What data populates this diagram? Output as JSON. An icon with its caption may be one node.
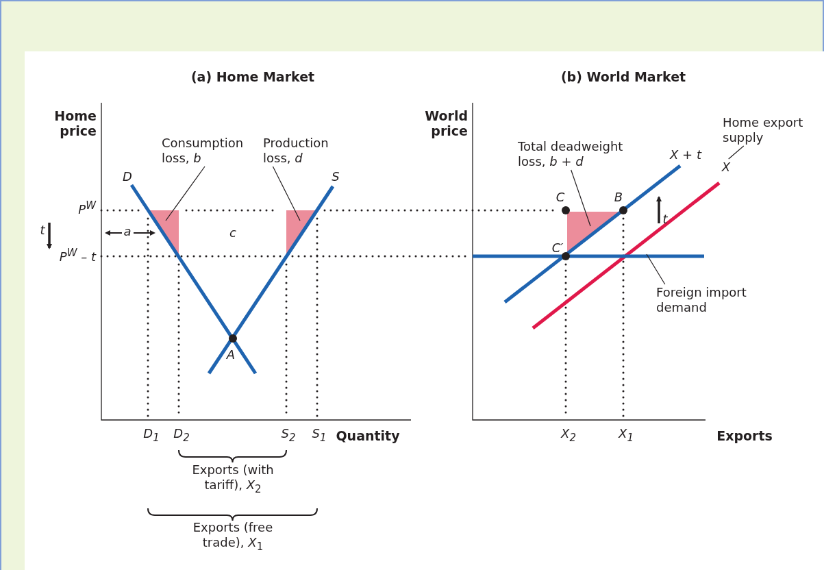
{
  "diagram": {
    "nodes": [
      {
        "text": [
          "Consumption loss, *b*"
        ]
      },
      {
        "text": [],
        "shape": "triangle"
      },
      {
        "text": [
          "Production loss, *d*"
        ]
      },
      {
        "text": [],
        "shape": "triangle"
      },
      {
        "text": [
          "Total deadweight loss, *b* + *d*"
        ]
      },
      {
        "text": [],
        "shape": "triangle"
      },
      {
        "text": [
          "Home export supply"
        ]
      },
      {
        "text": [
          "X"
        ]
      },
      {
        "text": [
          "Foreign import demand"
        ]
      },
      {
        "text": [],
        "shape": "line"
      }
    ],
    "edges": [
      {
        "from": 0,
        "to": 1,
        "arrow": "none"
      },
      {
        "from": 2,
        "to": 3,
        "arrow": "none"
      },
      {
        "from": 4,
        "to": 5,
        "arrow": "none"
      },
      {
        "from": 6,
        "to": 7,
        "arrow": "none"
      },
      {
        "from": 8,
        "to": 9,
        "arrow": "none"
      }
    ],
    "labels": [
      "(a) Home Market",
      "(b) World Market",
      "Home price",
      "World price",
      "D",
      "S",
      "P$^{W}$",
      "P$^{W}$ – t",
      "t",
      "a",
      "c",
      "A",
      "D$_{1}$",
      "D$_{2}$",
      "S$_{2}$",
      "S$_{1}$",
      "Quantity",
      "Exports (with tariff), *X*$_{2}$",
      "Exports (free trade), *X*$_{1}$",
      "C",
      "B",
      "C′",
      "X + t",
      "t",
      "X$_{2}$",
      "X$_{1}$",
      "Exports"
    ]
  }
}
